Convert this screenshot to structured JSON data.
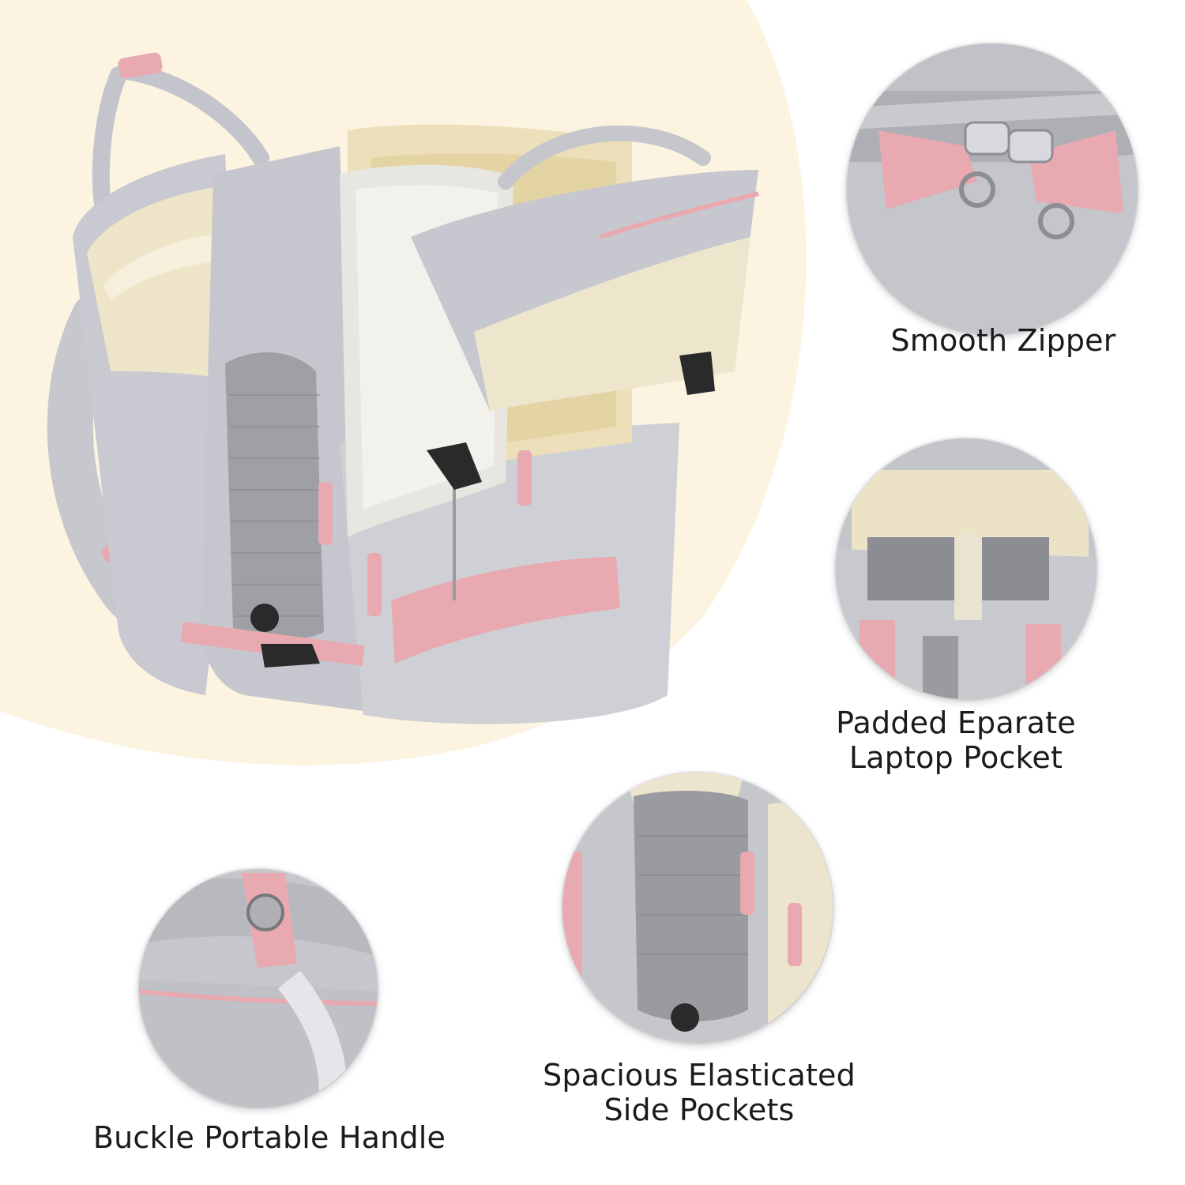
{
  "colors": {
    "background_blob": "#fcf3e0",
    "bag_grey": "#c9cad1",
    "accent_pink": "#e8a9b0",
    "lining_cream": "#eee4c8"
  },
  "features": {
    "zipper": {
      "label": "Smooth Zipper"
    },
    "laptop": {
      "line1": "Padded Eparate",
      "line2": "Laptop Pocket"
    },
    "side_pockets": {
      "line1": "Spacious Elasticated",
      "line2": "Side Pockets"
    },
    "handle": {
      "label": "Buckle Portable Handle"
    }
  }
}
